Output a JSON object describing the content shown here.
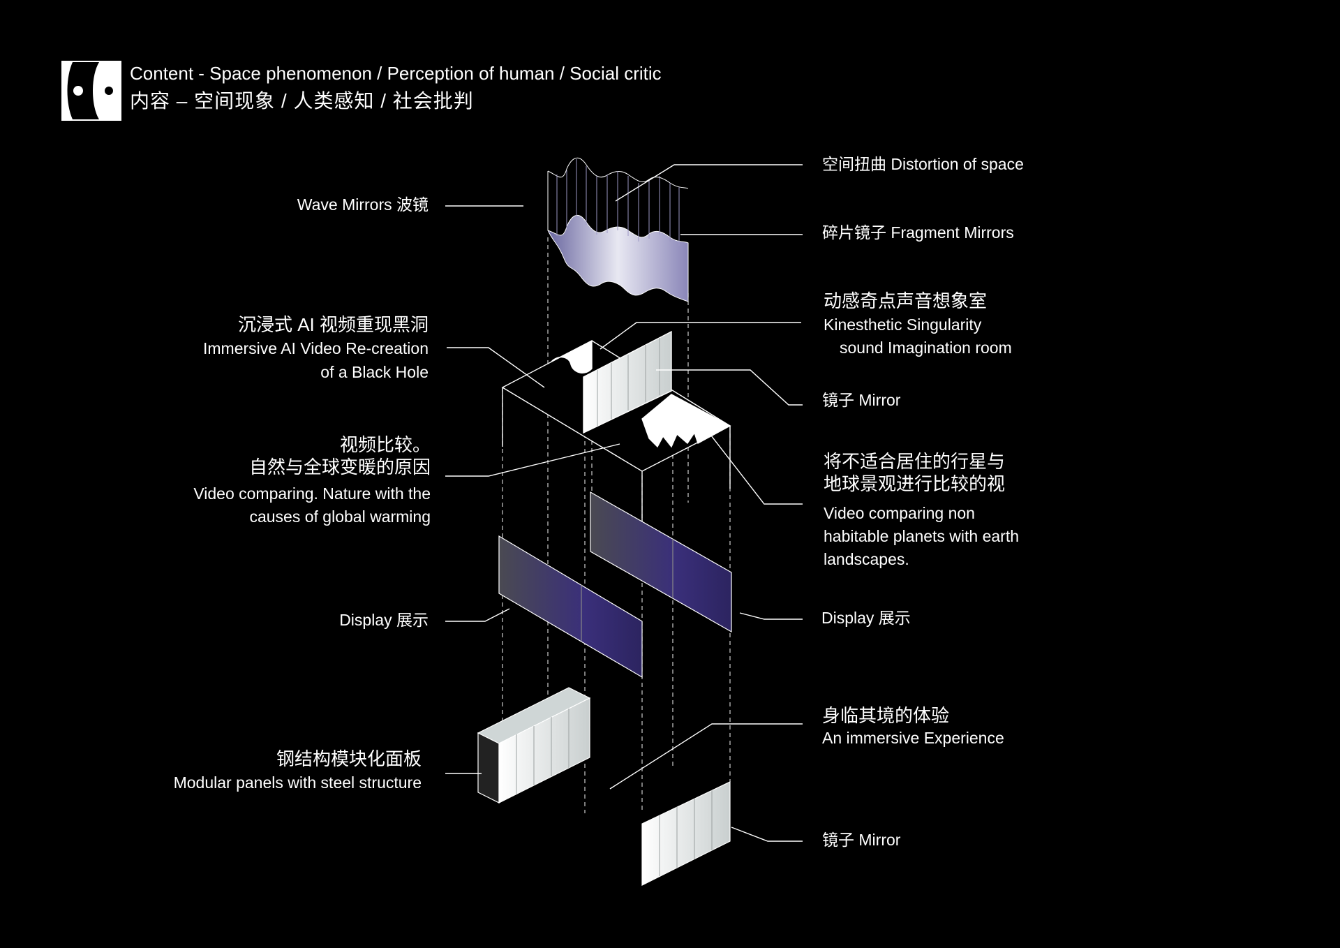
{
  "colors": {
    "background": "#000000",
    "foreground": "#ffffff",
    "panel_purple": "#3a2f7a",
    "panel_gray": "#4a4a52",
    "mirror_light": "#e9ecec"
  },
  "header": {
    "logo_icon": "eye-logo-icon",
    "title_en": "Content - Space phenomenon /  Perception of human / Social critic",
    "title_zh": "内容 – 空间现象 / 人类感知 / 社会批判"
  },
  "labels": {
    "wave_mirrors": "Wave Mirrors 波镜",
    "distortion": "空间扭曲  Distortion of space",
    "fragment": "碎片镜子  Fragment Mirrors",
    "kinesthetic_zh": "动感奇点声音想象室",
    "kinesthetic_en1": "Kinesthetic          Singularity",
    "kinesthetic_en2": "sound Imagination room",
    "immersive_ai_zh": "沉浸式 AI 视频重现黑洞",
    "immersive_ai_en1": "Immersive AI  Video Re-creation",
    "immersive_ai_en2": "of a Black Hole",
    "mirror_top": "镜子  Mirror",
    "video_compare_zh1": "视频比较。",
    "video_compare_zh2": "自然与全球变暖的原因",
    "video_compare_en1": "Video comparing. Nature with the",
    "video_compare_en2": "causes of global warming",
    "planets_zh1": "将不适合居住的行星与",
    "planets_zh2": "地球景观进行比较的视",
    "planets_en1": "Video comparing non",
    "planets_en2": "habitable planets with earth",
    "planets_en3": "landscapes.",
    "display_left": "Display   展示",
    "display_right": "Display   展示",
    "immersive_exp_zh": "身临其境的体验",
    "immersive_exp_en": "An immersive Experience",
    "modular_zh": "钢结构模块化面板",
    "modular_en": "Modular panels with steel structure",
    "mirror_bottom": "镜子  Mirror"
  }
}
